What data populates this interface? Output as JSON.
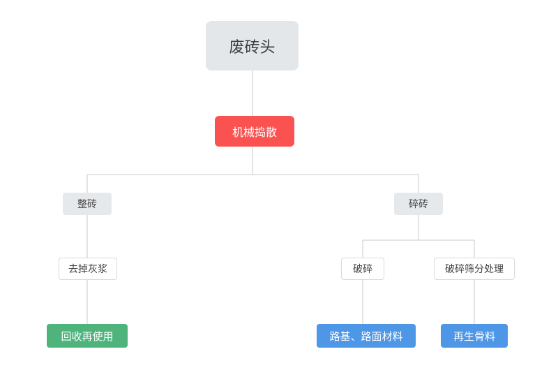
{
  "diagram": {
    "title_node": {
      "label": "废砖头"
    },
    "process_node": {
      "label": "机械捣散"
    },
    "whole_brick_node": {
      "label": "整砖"
    },
    "broken_brick_node": {
      "label": "碎砖"
    },
    "remove_mortar_node": {
      "label": "去掉灰浆"
    },
    "recycle_reuse_node": {
      "label": "回收再使用"
    },
    "crush_node": {
      "label": "破碎"
    },
    "crush_screen_node": {
      "label": "破碎筛分处理"
    },
    "road_material_node": {
      "label": "路基、路面材料"
    },
    "recycled_aggregate_node": {
      "label": "再生骨料"
    },
    "colors": {
      "root_bg": "#e4e7ea",
      "process_bg": "#fa5151",
      "branch_bg": "#e6e9ec",
      "leaf_green_bg": "#4fb47c",
      "leaf_blue_bg": "#4e96e6",
      "connector": "#c9c9c9",
      "text_dark": "#3d3d3d",
      "text_light": "#ffffff"
    },
    "structure": [
      {
        "from": "废砖头",
        "to": "机械捣散"
      },
      {
        "from": "机械捣散",
        "to": "整砖"
      },
      {
        "from": "机械捣散",
        "to": "碎砖"
      },
      {
        "from": "整砖",
        "to": "去掉灰浆"
      },
      {
        "from": "去掉灰浆",
        "to": "回收再使用"
      },
      {
        "from": "碎砖",
        "to": "破碎"
      },
      {
        "from": "碎砖",
        "to": "破碎筛分处理"
      },
      {
        "from": "破碎",
        "to": "路基、路面材料"
      },
      {
        "from": "破碎筛分处理",
        "to": "再生骨料"
      }
    ]
  }
}
